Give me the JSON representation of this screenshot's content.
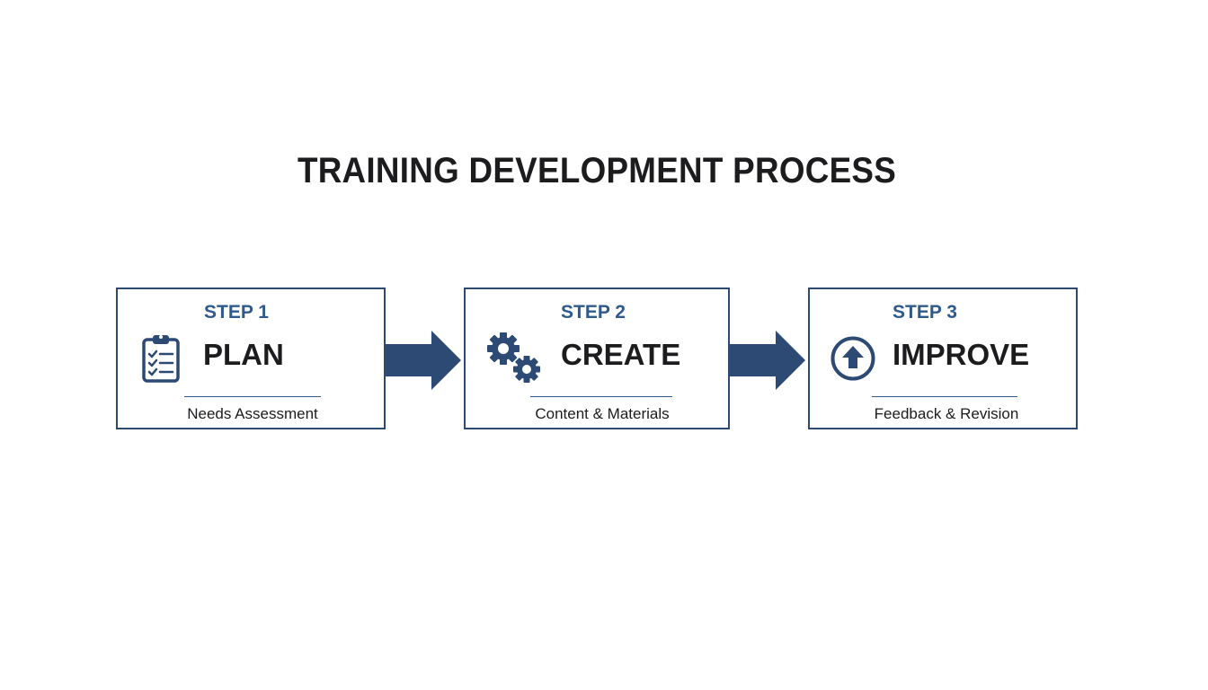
{
  "title": "TRAINING DEVELOPMENT PROCESS",
  "colors": {
    "accent": "#2c4a74",
    "step_label": "#2f5a8c",
    "text": "#1c1c1e",
    "background": "#ffffff"
  },
  "steps": [
    {
      "label": "STEP 1",
      "name": "PLAN",
      "description": "Needs Assessment",
      "icon": "clipboard-checklist-icon"
    },
    {
      "label": "STEP 2",
      "name": "CREATE",
      "description": "Content & Materials",
      "icon": "gears-icon"
    },
    {
      "label": "STEP 3",
      "name": "IMPROVE",
      "description": "Feedback & Revision",
      "icon": "circle-up-arrow-icon"
    }
  ]
}
